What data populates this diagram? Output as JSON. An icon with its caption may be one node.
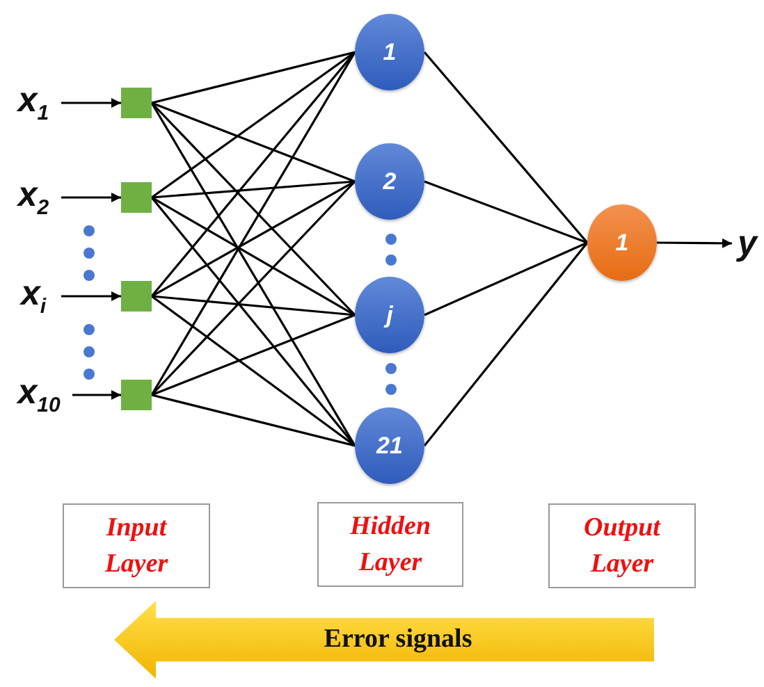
{
  "diagram": {
    "nodes": [
      {
        "text": [
          "x$_{1}$"
        ]
      },
      {
        "text": [
          "x$_{2}$"
        ]
      },
      {
        "text": [
          "x$_{i}$"
        ]
      },
      {
        "text": [
          "x$_{10}$"
        ]
      },
      {
        "text": [],
        "shape": "box"
      },
      {
        "text": [],
        "shape": "box"
      },
      {
        "text": [],
        "shape": "box"
      },
      {
        "text": [],
        "shape": "box"
      },
      {
        "text": [
          "1"
        ]
      },
      {
        "text": [
          "2"
        ]
      },
      {
        "text": [
          "j"
        ]
      },
      {
        "text": [
          "21"
        ]
      },
      {
        "text": [
          "1"
        ]
      },
      {
        "text": [
          "y"
        ]
      },
      {
        "text": [
          "Input Layer"
        ]
      },
      {
        "text": [
          "Hidden Layer"
        ]
      },
      {
        "text": [
          "Output Layer"
        ]
      },
      {
        "text": [
          "Error signals"
        ]
      }
    ],
    "edges": [
      {
        "from": 0,
        "to": 4,
        "arrow": "to"
      },
      {
        "from": 1,
        "to": 5,
        "arrow": "to"
      },
      {
        "from": 2,
        "to": 6,
        "arrow": "to"
      },
      {
        "from": 3,
        "to": 7,
        "arrow": "to"
      },
      {
        "from": 4,
        "to": 8,
        "arrow": "none"
      },
      {
        "from": 4,
        "to": 9,
        "arrow": "none"
      },
      {
        "from": 4,
        "to": 10,
        "arrow": "none"
      },
      {
        "from": 4,
        "to": 11,
        "arrow": "none"
      },
      {
        "from": 5,
        "to": 8,
        "arrow": "none"
      },
      {
        "from": 5,
        "to": 9,
        "arrow": "none"
      },
      {
        "from": 5,
        "to": 10,
        "arrow": "none"
      },
      {
        "from": 5,
        "to": 11,
        "arrow": "none"
      },
      {
        "from": 6,
        "to": 8,
        "arrow": "none"
      },
      {
        "from": 6,
        "to": 9,
        "arrow": "none"
      },
      {
        "from": 6,
        "to": 10,
        "arrow": "none"
      },
      {
        "from": 6,
        "to": 11,
        "arrow": "none"
      },
      {
        "from": 7,
        "to": 8,
        "arrow": "none"
      },
      {
        "from": 7,
        "to": 9,
        "arrow": "none"
      },
      {
        "from": 7,
        "to": 10,
        "arrow": "none"
      },
      {
        "from": 7,
        "to": 11,
        "arrow": "none"
      },
      {
        "from": 8,
        "to": 12,
        "arrow": "none"
      },
      {
        "from": 9,
        "to": 12,
        "arrow": "none"
      },
      {
        "from": 10,
        "to": 12,
        "arrow": "none"
      },
      {
        "from": 11,
        "to": 12,
        "arrow": "none"
      },
      {
        "from": 12,
        "to": 13,
        "arrow": "to"
      }
    ]
  }
}
